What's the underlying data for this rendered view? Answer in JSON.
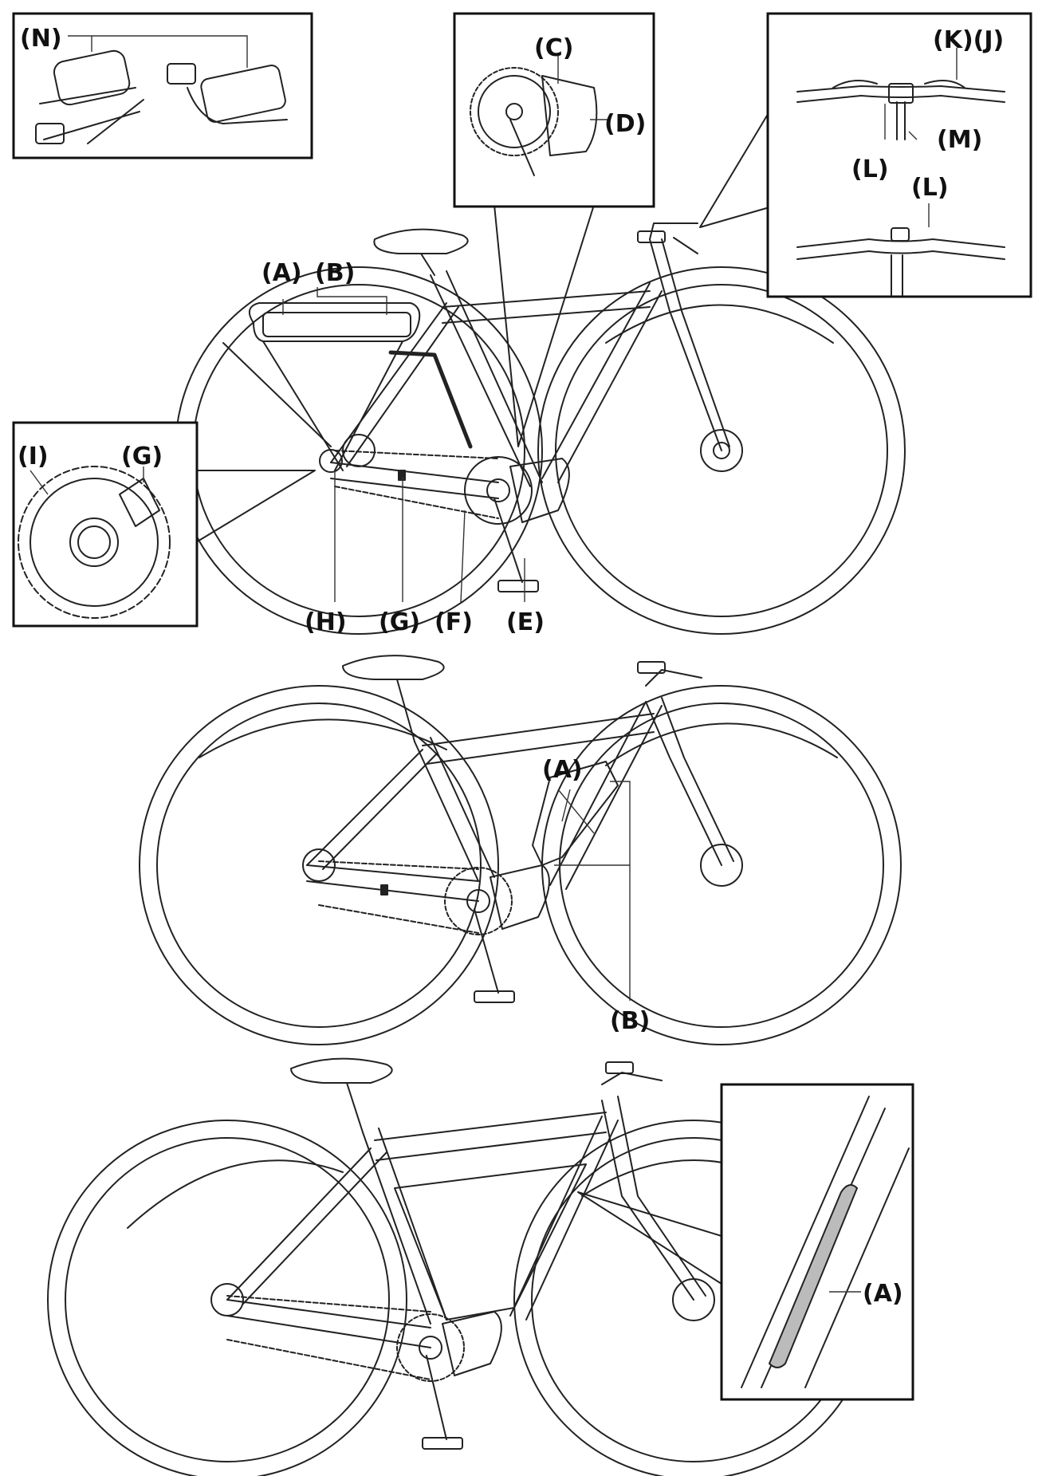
{
  "figure1": {
    "labels": {
      "A": "(A)",
      "B": "(B)",
      "C": "(C)",
      "D": "(D)",
      "E": "(E)",
      "F": "(F)",
      "G_bottom": "(G)",
      "G_inset": "(G)",
      "H": "(H)",
      "I": "(I)",
      "KJ": "(K)(J)",
      "L_top": "(L)",
      "L_bottom": "(L)",
      "M": "(M)",
      "N": "(N)"
    }
  },
  "figure2": {
    "labels": {
      "A": "(A)",
      "B": "(B)"
    }
  },
  "figure3": {
    "labels": {
      "A": "(A)"
    }
  }
}
